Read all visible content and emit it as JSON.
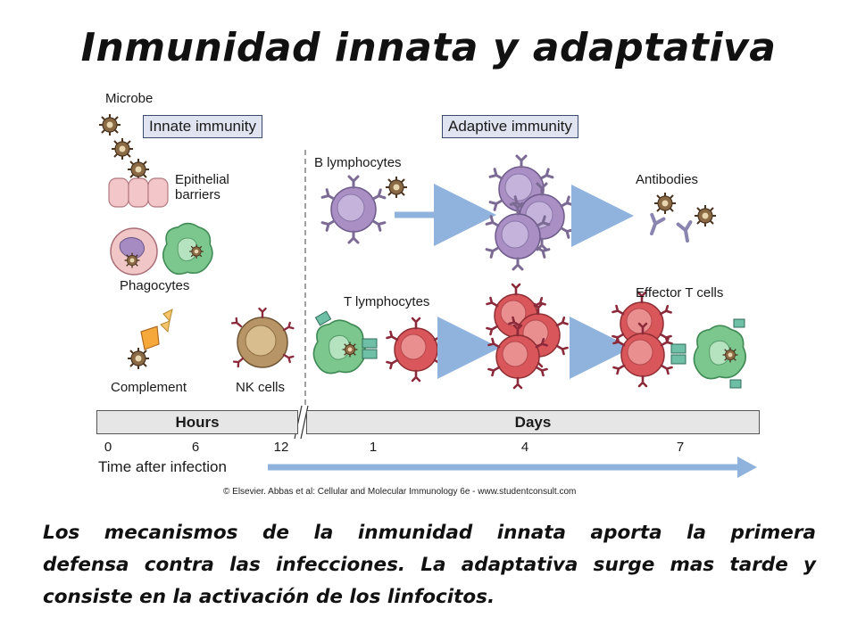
{
  "title": "Inmunidad innata y adaptativa",
  "labels": {
    "microbe": "Microbe",
    "innate_immunity": "Innate immunity",
    "adaptive_immunity": "Adaptive immunity",
    "epithelial_line1": "Epithelial",
    "epithelial_line2": "barriers",
    "phagocytes": "Phagocytes",
    "complement": "Complement",
    "nk_cells": "NK cells",
    "b_lymphocytes": "B lymphocytes",
    "antibodies": "Antibodies",
    "t_lymphocytes": "T lymphocytes",
    "effector_t_cells": "Effector T cells"
  },
  "timeline": {
    "hours_label": "Hours",
    "days_label": "Days",
    "ticks": [
      "0",
      "6",
      "12",
      "1",
      "4",
      "7"
    ],
    "axis_label": "Time after infection"
  },
  "copyright": "© Elsevier. Abbas et al: Cellular and Molecular Immunology 6e - www.studentconsult.com",
  "caption": {
    "line1": "Los mecanismos de la inmunidad innata aporta la primera",
    "line2": "defensa contra las infecciones.  La adaptativa surge mas tarde y",
    "line3": "consiste  en la activación de los linfocitos."
  },
  "colors": {
    "b_cell": "#a98fc4",
    "t_cell": "#d9575a",
    "phagocyte_green": "#7cc78e",
    "nk_cell": "#b89566",
    "microbe": "#8a6a45",
    "arrow": "#8fb3dd",
    "epithelial": "#f3c6c9"
  }
}
